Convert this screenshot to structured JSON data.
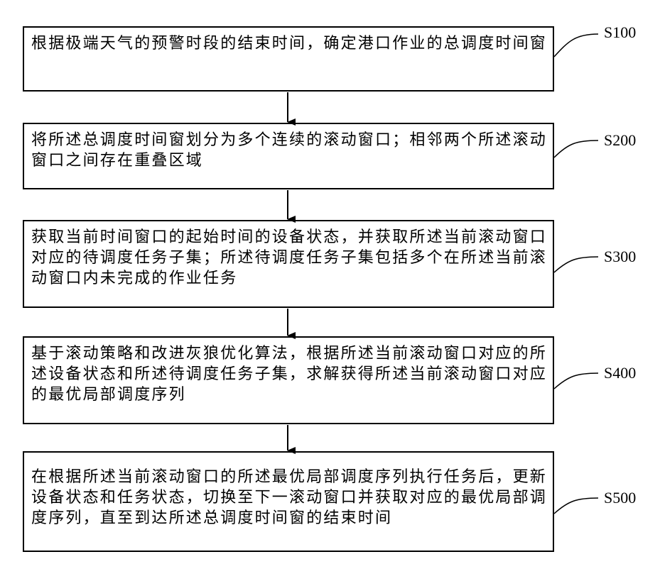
{
  "steps": [
    {
      "id": "S100",
      "label": "S100",
      "text": "根据极端天气的预警时段的结束时间，确定港口作业的总调度时间窗"
    },
    {
      "id": "S200",
      "label": "S200",
      "text": "将所述总调度时间窗划分为多个连续的滚动窗口；相邻两个所述滚动窗口之间存在重叠区域"
    },
    {
      "id": "S300",
      "label": "S300",
      "text": "获取当前时间窗口的起始时间的设备状态，并获取所述当前滚动窗口对应的待调度任务子集；所述待调度任务子集包括多个在所述当前滚动窗口内未完成的作业任务"
    },
    {
      "id": "S400",
      "label": "S400",
      "text": "基于滚动策略和改进灰狼优化算法，根据所述当前滚动窗口对应的所述设备状态和所述待调度任务子集，求解获得所述当前滚动窗口对应的最优局部调度序列"
    },
    {
      "id": "S500",
      "label": "S500",
      "text": "在根据所述当前滚动窗口的所述最优局部调度序列执行任务后，更新设备状态和任务状态，切换至下一滚动窗口并获取对应的最优局部调度序列，直至到达所述总调度时间窗的结束时间"
    }
  ]
}
